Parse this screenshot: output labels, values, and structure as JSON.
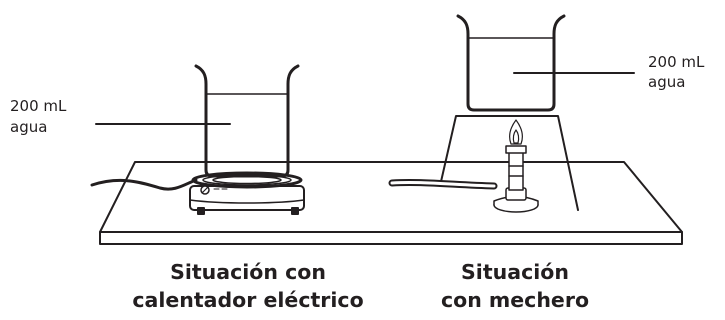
{
  "left_setup": {
    "volume_label": "200 mL",
    "liquid_label": "agua",
    "caption_line1": "Situación con",
    "caption_line2": "calentador eléctrico"
  },
  "right_setup": {
    "volume_label": "200 mL",
    "liquid_label": "agua",
    "caption_line1": "Situación",
    "caption_line2": "con mechero"
  },
  "colors": {
    "ink": "#231f20",
    "background": "#ffffff"
  }
}
